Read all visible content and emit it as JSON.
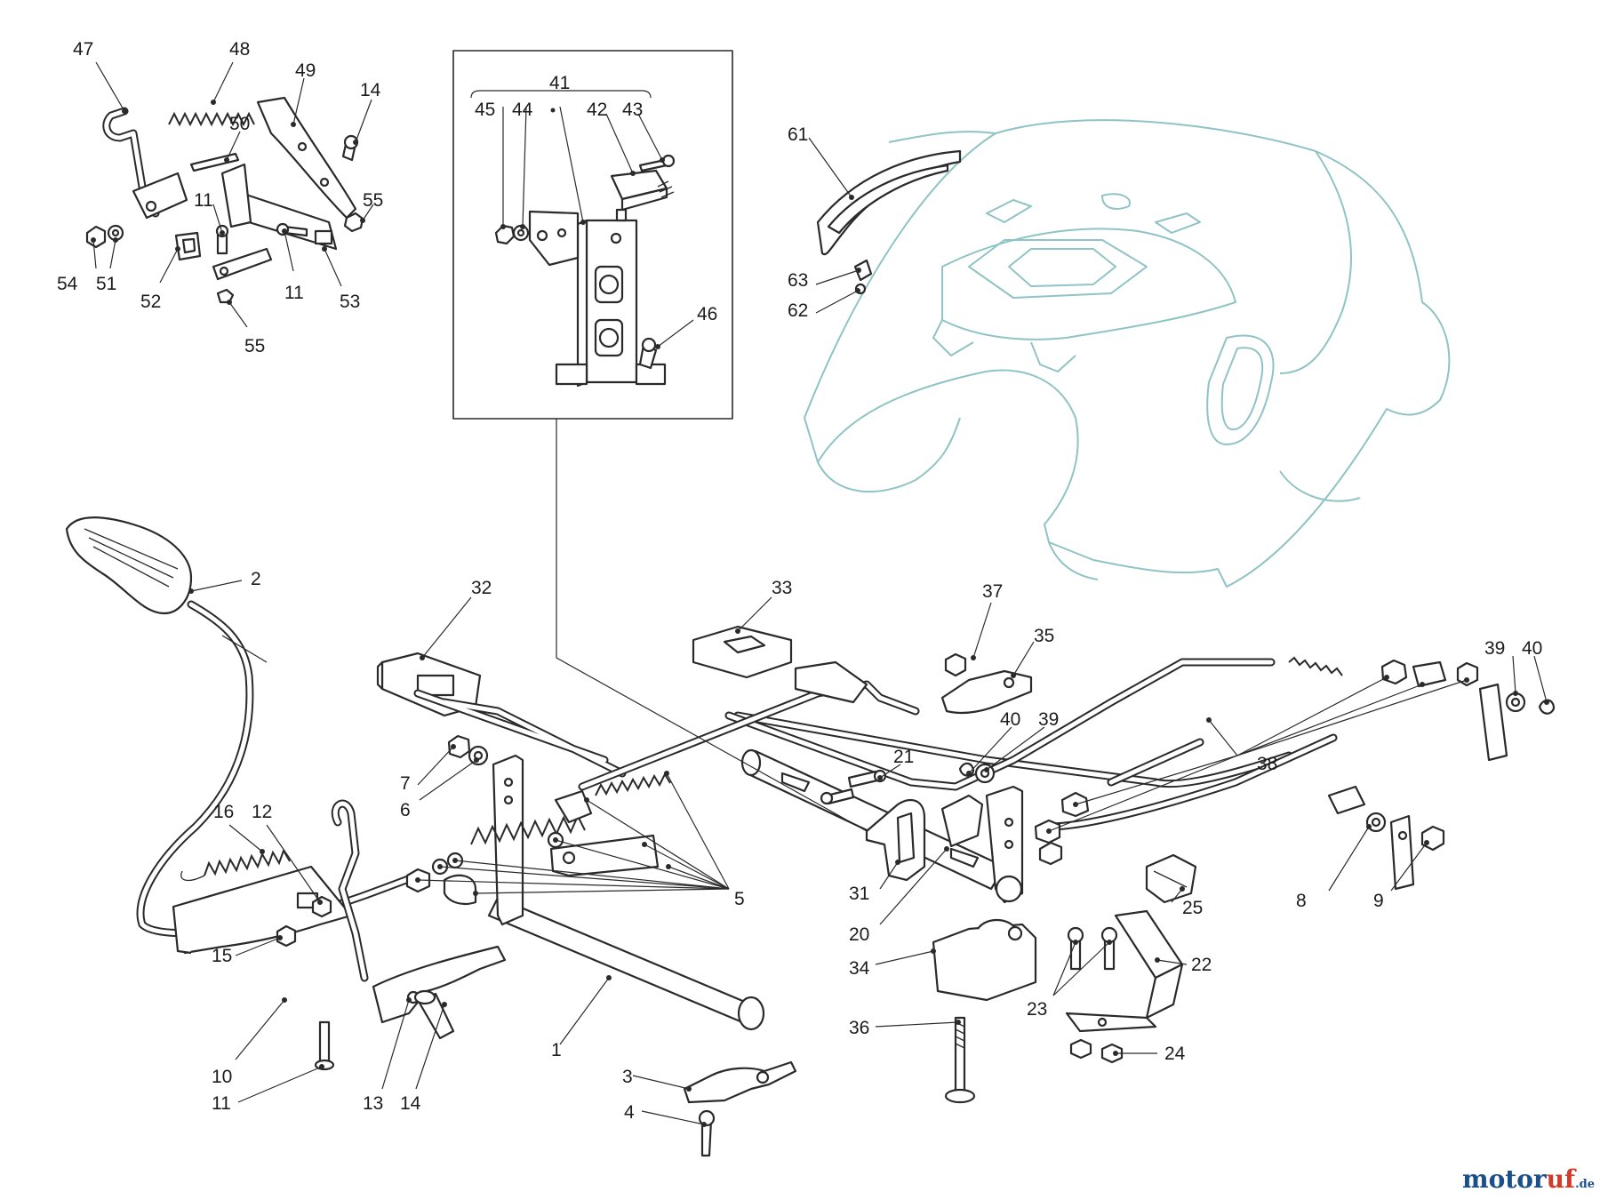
{
  "callouts": [
    {
      "id": "c47",
      "text": "47"
    },
    {
      "id": "c48",
      "text": "48"
    },
    {
      "id": "c49",
      "text": "49"
    },
    {
      "id": "c14a",
      "text": "14"
    },
    {
      "id": "c50",
      "text": "50"
    },
    {
      "id": "c55a",
      "text": "55"
    },
    {
      "id": "c11a",
      "text": "11"
    },
    {
      "id": "c54",
      "text": "54"
    },
    {
      "id": "c51",
      "text": "51"
    },
    {
      "id": "c52",
      "text": "52"
    },
    {
      "id": "c11b",
      "text": "11"
    },
    {
      "id": "c53",
      "text": "53"
    },
    {
      "id": "c55b",
      "text": "55"
    },
    {
      "id": "c41",
      "text": "41"
    },
    {
      "id": "c45",
      "text": "45"
    },
    {
      "id": "c44",
      "text": "44"
    },
    {
      "id": "c42",
      "text": "42"
    },
    {
      "id": "c43",
      "text": "43"
    },
    {
      "id": "c46",
      "text": "46"
    },
    {
      "id": "c61",
      "text": "61"
    },
    {
      "id": "c63",
      "text": "63"
    },
    {
      "id": "c62",
      "text": "62"
    },
    {
      "id": "c2",
      "text": "2"
    },
    {
      "id": "c32",
      "text": "32"
    },
    {
      "id": "c33",
      "text": "33"
    },
    {
      "id": "c37",
      "text": "37"
    },
    {
      "id": "c35",
      "text": "35"
    },
    {
      "id": "c39a",
      "text": "39"
    },
    {
      "id": "c40a",
      "text": "40"
    },
    {
      "id": "c40b",
      "text": "40"
    },
    {
      "id": "c39b",
      "text": "39"
    },
    {
      "id": "c21",
      "text": "21"
    },
    {
      "id": "c38",
      "text": "38"
    },
    {
      "id": "c7",
      "text": "7"
    },
    {
      "id": "c6",
      "text": "6"
    },
    {
      "id": "c16",
      "text": "16"
    },
    {
      "id": "c12",
      "text": "12"
    },
    {
      "id": "c5",
      "text": "5"
    },
    {
      "id": "c31",
      "text": "31"
    },
    {
      "id": "c25",
      "text": "25"
    },
    {
      "id": "c8",
      "text": "8"
    },
    {
      "id": "c9",
      "text": "9"
    },
    {
      "id": "c20",
      "text": "20"
    },
    {
      "id": "c15",
      "text": "15"
    },
    {
      "id": "c34",
      "text": "34"
    },
    {
      "id": "c22",
      "text": "22"
    },
    {
      "id": "c23",
      "text": "23"
    },
    {
      "id": "c36",
      "text": "36"
    },
    {
      "id": "c24",
      "text": "24"
    },
    {
      "id": "c1",
      "text": "1"
    },
    {
      "id": "c10",
      "text": "10"
    },
    {
      "id": "c3",
      "text": "3"
    },
    {
      "id": "c11c",
      "text": "11"
    },
    {
      "id": "c13",
      "text": "13"
    },
    {
      "id": "c14b",
      "text": "14"
    },
    {
      "id": "c4",
      "text": "4"
    }
  ],
  "watermark": {
    "brand_main": "motor",
    "brand_accent": "uf",
    "brand_tld": ".de"
  },
  "colors": {
    "hood_outline": "#8fc3c6",
    "line": "#2a2a2a",
    "brand_blue": "#1a4f8b",
    "brand_red": "#d23a2a"
  }
}
